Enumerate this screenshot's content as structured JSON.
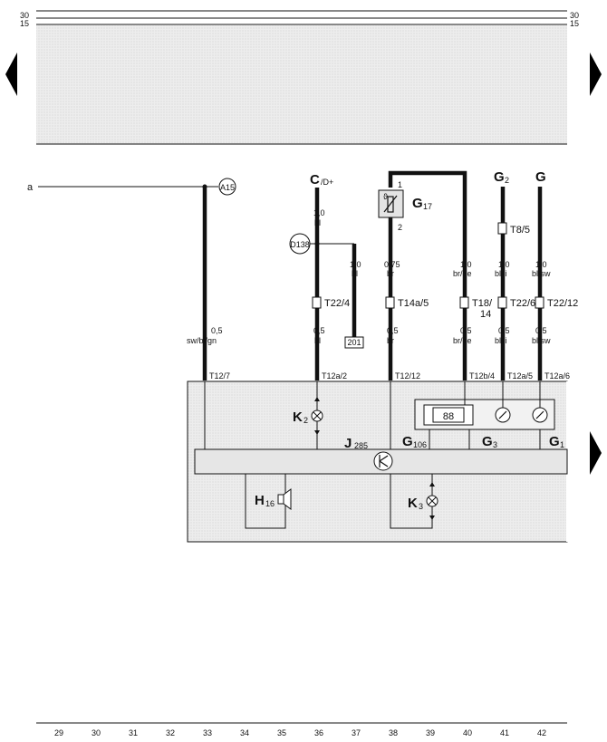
{
  "rails": {
    "left_top": "30",
    "left_bottom": "15",
    "right_top": "30",
    "right_bottom": "15"
  },
  "points": {
    "a": "a"
  },
  "labels": {
    "A15": "A15",
    "D138": "D138",
    "box201": "201",
    "C_main": "C",
    "C_sub": "/D+",
    "G2_main": "G",
    "G2_sub": "2",
    "G_main": "G",
    "G17_main": "G",
    "G17_sub": "17",
    "G17_pin1": "1",
    "G17_pin2": "2",
    "G17_theta": "ϑ",
    "K2_main": "K",
    "K2_sub": "2",
    "K3_main": "K",
    "K3_sub": "3",
    "J285_main": "J",
    "J285_sub": "285",
    "G106_main": "G",
    "G106_sub": "106",
    "G3_main": "G",
    "G3_sub": "3",
    "G1_main": "G",
    "G1_sub": "1",
    "H16_main": "H",
    "H16_sub": "16",
    "display": "88"
  },
  "wires": {
    "w33_upper_size": "0,5",
    "w33_upper_color": "sw/bl/gn",
    "w36_upper_size": "1,0",
    "w36_upper_color": "bl",
    "w36_lower_size": "0,5",
    "w36_lower_color": "bl",
    "w37_size": "1,0",
    "w37_color": "bl",
    "w38_upper_size": "0,75",
    "w38_upper_color": "br",
    "w38_lower_size": "0,5",
    "w38_lower_color": "br",
    "w40_upper_size": "1,0",
    "w40_upper_color": "br/ge",
    "w40_lower_size": "0,5",
    "w40_lower_color": "br/ge",
    "w41_upper_size": "1,0",
    "w41_upper_color": "bl/li",
    "w41_lower_size": "0,5",
    "w41_lower_color": "bl/li",
    "w42_upper_size": "1,0",
    "w42_upper_color": "bl/sw",
    "w42_lower_size": "0,5",
    "w42_lower_color": "bl/sw"
  },
  "connectors": {
    "c36": "T22/4",
    "c38": "T14a/5",
    "c40_line1": "T18/",
    "c40_line2": "14",
    "c41_upper": "T8/5",
    "c41": "T22/6",
    "c42": "T22/12"
  },
  "pins": {
    "p33": "T12/7",
    "p36": "T12a/2",
    "p38": "T12/12",
    "p40": "T12b/4",
    "p41": "T12a/5",
    "p42": "T12a/6"
  },
  "columns": [
    "29",
    "30",
    "31",
    "32",
    "33",
    "34",
    "35",
    "36",
    "37",
    "38",
    "39",
    "40",
    "41",
    "42"
  ]
}
